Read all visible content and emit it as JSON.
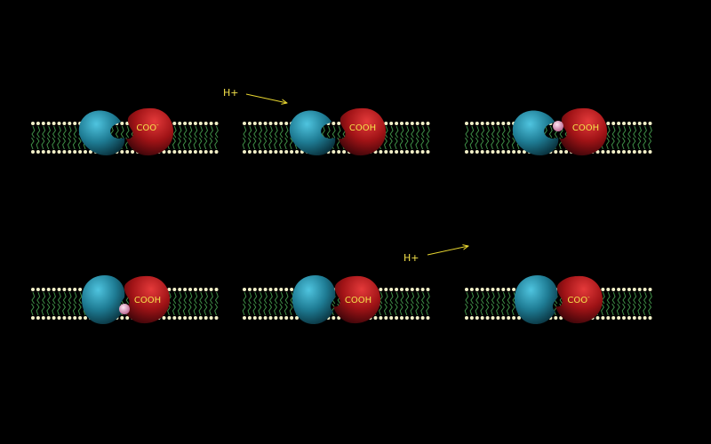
{
  "colors": {
    "background": "#000000",
    "lipid_head": "#f2f0c8",
    "lipid_tail": "#3f8f47",
    "protein_blue": "#1f7f99",
    "protein_red": "#a51418",
    "proton": "#e9a6c8",
    "text_yellow": "#f4e24a",
    "arrow_yellow": "#e8d630"
  },
  "labels": {
    "proton": "H+",
    "deprotonated": "COO",
    "deprotonated_charge": "-",
    "protonated": "COOH"
  },
  "panels": [
    {
      "id": "panel-1",
      "state": "deprotonated",
      "proton_bound": false,
      "closed": false
    },
    {
      "id": "panel-2",
      "state": "protonated",
      "proton_bound": false,
      "closed": false
    },
    {
      "id": "panel-3",
      "state": "protonated",
      "proton_bound": true,
      "closed": false
    },
    {
      "id": "panel-4",
      "state": "protonated",
      "proton_bound": true,
      "closed": true
    },
    {
      "id": "panel-5",
      "state": "protonated",
      "proton_bound": false,
      "closed": true
    },
    {
      "id": "panel-6",
      "state": "deprotonated",
      "proton_bound": false,
      "closed": true
    }
  ],
  "arrows": [
    {
      "id": "proton-in",
      "label": "H+"
    },
    {
      "id": "proton-out",
      "label": "H+"
    }
  ]
}
